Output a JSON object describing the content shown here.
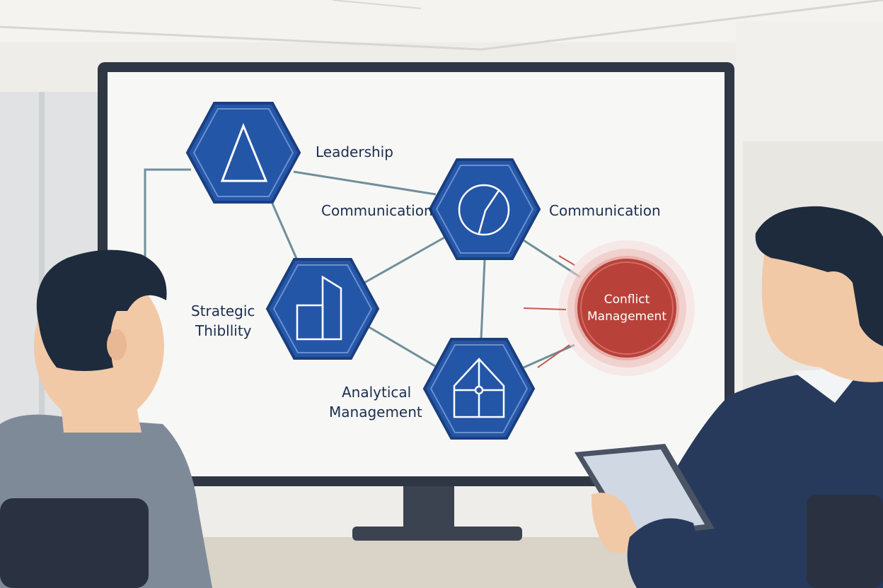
{
  "diagram": {
    "nodes": [
      {
        "id": "leadership",
        "label": "Leadership",
        "icon": "triangle-icon"
      },
      {
        "id": "communication-left",
        "label": "Communication"
      },
      {
        "id": "communication-right",
        "label": "Communication",
        "icon": "circle-chart-icon"
      },
      {
        "id": "strategic",
        "label_line1": "Strategic",
        "label_line2": "Thibllity",
        "icon": "bar-chart-icon"
      },
      {
        "id": "analytical",
        "label_line1": "Analytical",
        "label_line2": "Management",
        "icon": "house-icon"
      },
      {
        "id": "conflict",
        "label_line1": "Conflict",
        "label_line2": "Management"
      }
    ],
    "colors": {
      "hexagon_fill": "#2456a8",
      "hexagon_border": "#1b3f7e",
      "conflict_fill": "#b8423a",
      "connector": "#6f8f9a",
      "label_text": "#1c2f4d"
    }
  }
}
